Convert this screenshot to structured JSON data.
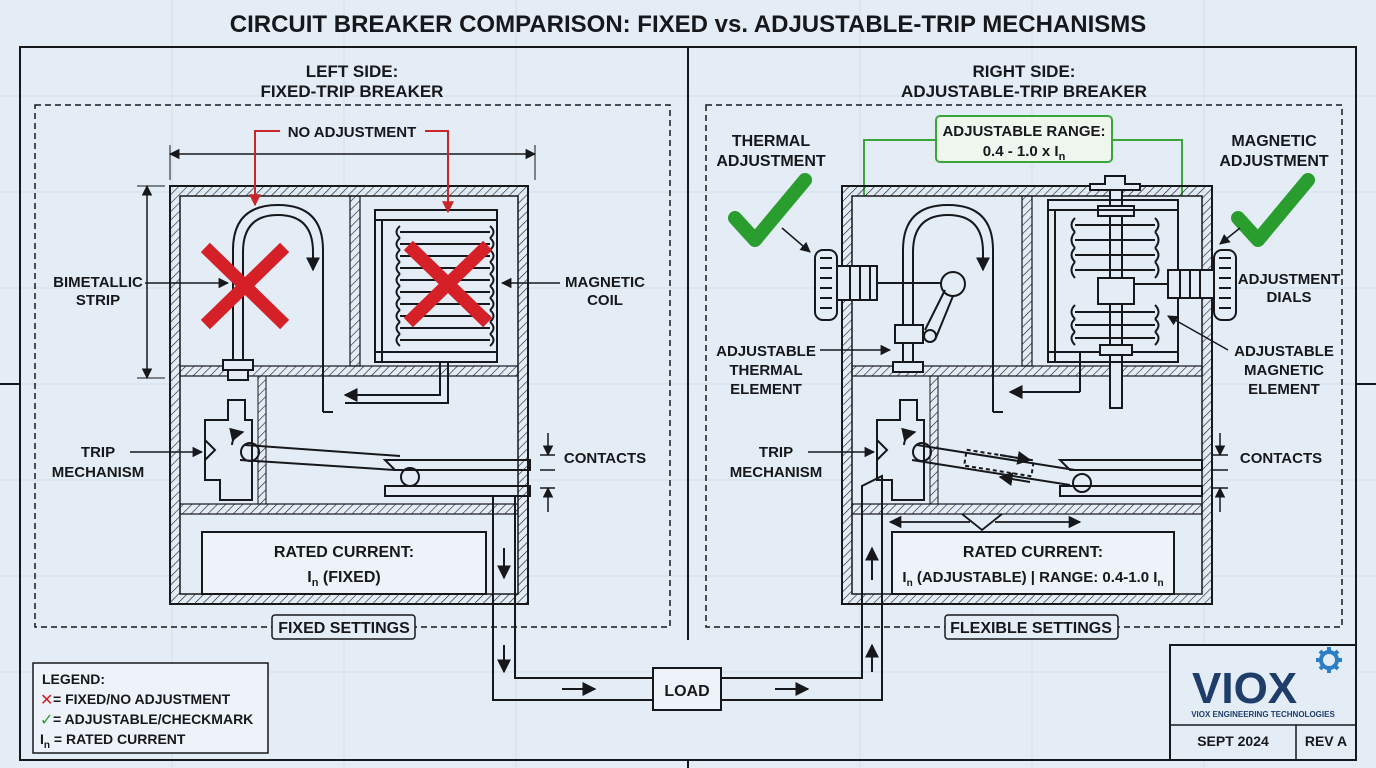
{
  "title": "CIRCUIT BREAKER COMPARISON: FIXED vs. ADJUSTABLE-TRIP MECHANISMS",
  "left_panel": {
    "heading_line1": "LEFT SIDE:",
    "heading_line2": "FIXED-TRIP BREAKER",
    "no_adjustment": "NO ADJUSTMENT",
    "bimetallic_line1": "BIMETALLIC",
    "bimetallic_line2": "STRIP",
    "magnetic_line1": "MAGNETIC",
    "magnetic_line2": "COIL",
    "trip_line1": "TRIP",
    "trip_line2": "MECHANISM",
    "contacts": "CONTACTS",
    "rated_title": "RATED CURRENT:",
    "rated_value_prefix": "I",
    "rated_value_sub": "n",
    "rated_value_suffix": " (FIXED)",
    "footer_tag": "FIXED SETTINGS"
  },
  "right_panel": {
    "heading_line1": "RIGHT SIDE:",
    "heading_line2": "ADJUSTABLE-TRIP BREAKER",
    "range_line1": "ADJUSTABLE RANGE:",
    "range_line2_prefix": "0.4 - 1.0 x I",
    "range_line2_sub": "n",
    "thermal_adj_line1": "THERMAL",
    "thermal_adj_line2": "ADJUSTMENT",
    "magnetic_adj_line1": "MAGNETIC",
    "magnetic_adj_line2": "ADJUSTMENT",
    "dials_line1": "ADJUSTMENT",
    "dials_line2": "DIALS",
    "thermal_el_line1": "ADJUSTABLE",
    "thermal_el_line2": "THERMAL",
    "thermal_el_line3": "ELEMENT",
    "magnetic_el_line1": "ADJUSTABLE",
    "magnetic_el_line2": "MAGNETIC",
    "magnetic_el_line3": "ELEMENT",
    "trip_line1": "TRIP",
    "trip_line2": "MECHANISM",
    "contacts": "CONTACTS",
    "rated_title": "RATED CURRENT:",
    "rated_value_prefix": "I",
    "rated_value_sub": "n",
    "rated_value_mid": " (ADJUSTABLE) | RANGE: 0.4-1.0 I",
    "rated_value_sub2": "n",
    "footer_tag": "FLEXIBLE SETTINGS"
  },
  "load_label": "LOAD",
  "legend": {
    "title": "LEGEND:",
    "item1": " = FIXED/NO ADJUSTMENT",
    "item2": " = ADJUSTABLE/CHECKMARK",
    "item3_prefix": "I",
    "item3_sub": "n",
    "item3_suffix": " = RATED CURRENT"
  },
  "title_block": {
    "brand": "VIOX",
    "company": "VIOX ENGINEERING TECHNOLOGIES",
    "date": "SEPT 2024",
    "revision": "REV A"
  },
  "colors": {
    "background": "#e4edf6",
    "ink": "#16181c",
    "fixed_mark": "#d42026",
    "adjustable_mark": "#2a9d2f",
    "no_adjustment_arrow": "#c8262b",
    "range_arrow": "#3aa63a",
    "brand_blue": "#1e3d6b"
  },
  "icons": {
    "fixed_marker": "x-mark-icon",
    "adjustable_marker": "check-mark-icon",
    "brand_gear": "gear-icon"
  }
}
